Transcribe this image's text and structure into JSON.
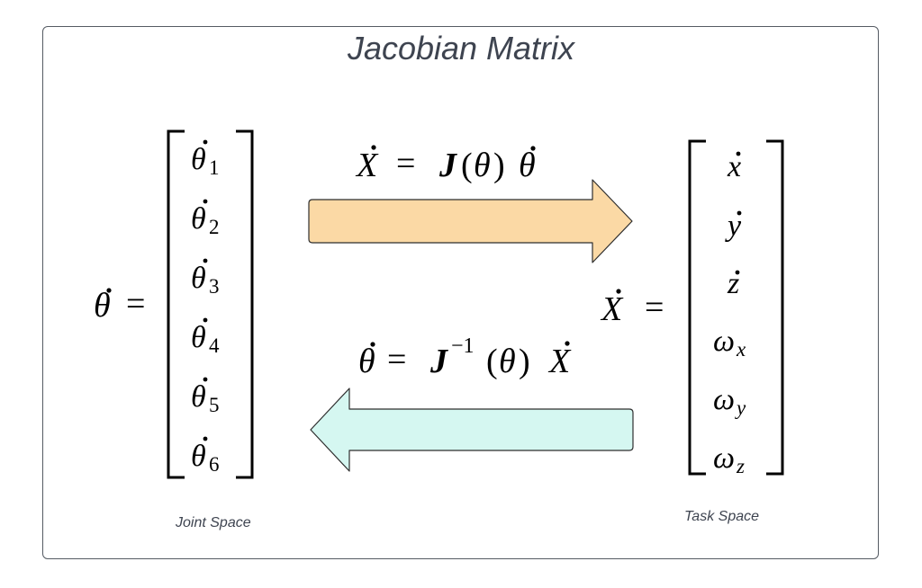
{
  "title": "Jacobian Matrix",
  "labels": {
    "joint_space": "Joint Space",
    "task_space": "Task Space"
  },
  "colors": {
    "forward_arrow_fill": "#fbd9a5",
    "inverse_arrow_fill": "#d5f7f1",
    "arrow_stroke": "#2e2e2e",
    "frame_stroke": "#555b63",
    "title_color": "#3e4450"
  },
  "joint_vector": {
    "symbol": "θ",
    "equals": "=",
    "entries": [
      {
        "symbol": "θ",
        "subscript": "1"
      },
      {
        "symbol": "θ",
        "subscript": "2"
      },
      {
        "symbol": "θ",
        "subscript": "3"
      },
      {
        "symbol": "θ",
        "subscript": "4"
      },
      {
        "symbol": "θ",
        "subscript": "5"
      },
      {
        "symbol": "θ",
        "subscript": "6"
      }
    ]
  },
  "task_vector": {
    "symbol": "X",
    "equals": "=",
    "entries": [
      {
        "symbol": "x",
        "subscript": "",
        "dot": true
      },
      {
        "symbol": "y",
        "subscript": "",
        "dot": true
      },
      {
        "symbol": "z",
        "subscript": "",
        "dot": true
      },
      {
        "symbol": "ω",
        "subscript": "x",
        "dot": false
      },
      {
        "symbol": "ω",
        "subscript": "y",
        "dot": false
      },
      {
        "symbol": "ω",
        "subscript": "z",
        "dot": false
      }
    ]
  },
  "forward_equation": {
    "lhs": "X",
    "equals": "=",
    "jacobian": "J",
    "paren_open": "(",
    "arg": "θ",
    "paren_close": ")",
    "rhs": "θ"
  },
  "inverse_equation": {
    "lhs": "θ",
    "equals": "=",
    "jacobian": "J",
    "exponent": "−1",
    "paren_open": "(",
    "arg": "θ",
    "paren_close": ")",
    "rhs": "X"
  }
}
